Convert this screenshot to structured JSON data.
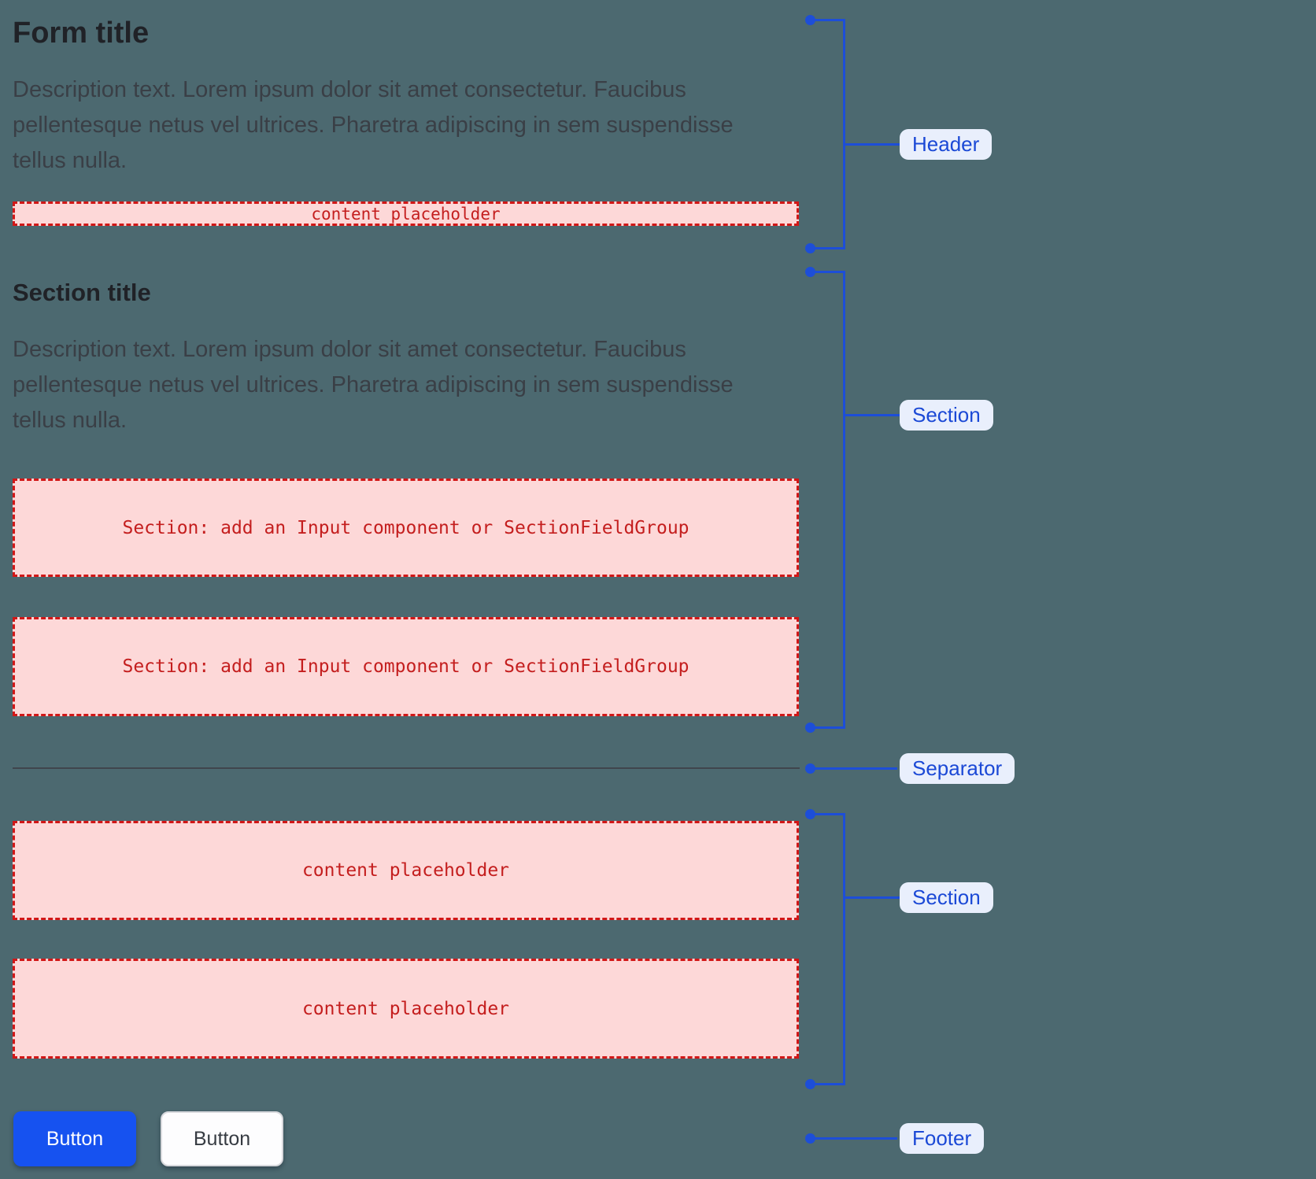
{
  "form": {
    "header": {
      "title": "Form title",
      "description": "Description text. Lorem ipsum dolor sit amet consectetur. Faucibus pellentesque netus vel ultrices. Pharetra adipiscing in sem suspendisse tellus nulla.",
      "placeholder": "content placeholder"
    },
    "section": {
      "title": "Section title",
      "description": "Description text. Lorem ipsum dolor sit amet consectetur. Faucibus pellentesque netus vel ultrices. Pharetra adipiscing in sem suspendisse tellus nulla.",
      "slot1": "Section: add an Input component or SectionFieldGroup",
      "slot2": "Section: add an Input component or SectionFieldGroup"
    },
    "section2": {
      "slot1": "content placeholder",
      "slot2": "content placeholder"
    },
    "footer": {
      "primary_button_label": "Button",
      "secondary_button_label": "Button"
    }
  },
  "annotations": {
    "header": "Header",
    "section": "Section",
    "separator": "Separator",
    "section2": "Section",
    "footer": "Footer"
  },
  "colors": {
    "canvas_bg": "#4C6970",
    "annotation_blue": "#1D4ED8",
    "annotation_label_bg": "#E9EFFC",
    "annotation_label_text": "#1B49D6",
    "placeholder_bg": "#FDD8D8",
    "placeholder_border": "#D11717",
    "placeholder_text": "#C41E1E",
    "primary_button_bg": "#1652F0",
    "primary_button_text": "#FFFFFF",
    "secondary_button_bg": "#FDFDFE",
    "secondary_button_text": "#363B42",
    "title_text": "#202227",
    "description_text": "#3A3F46",
    "separator_line": "#40454D"
  }
}
